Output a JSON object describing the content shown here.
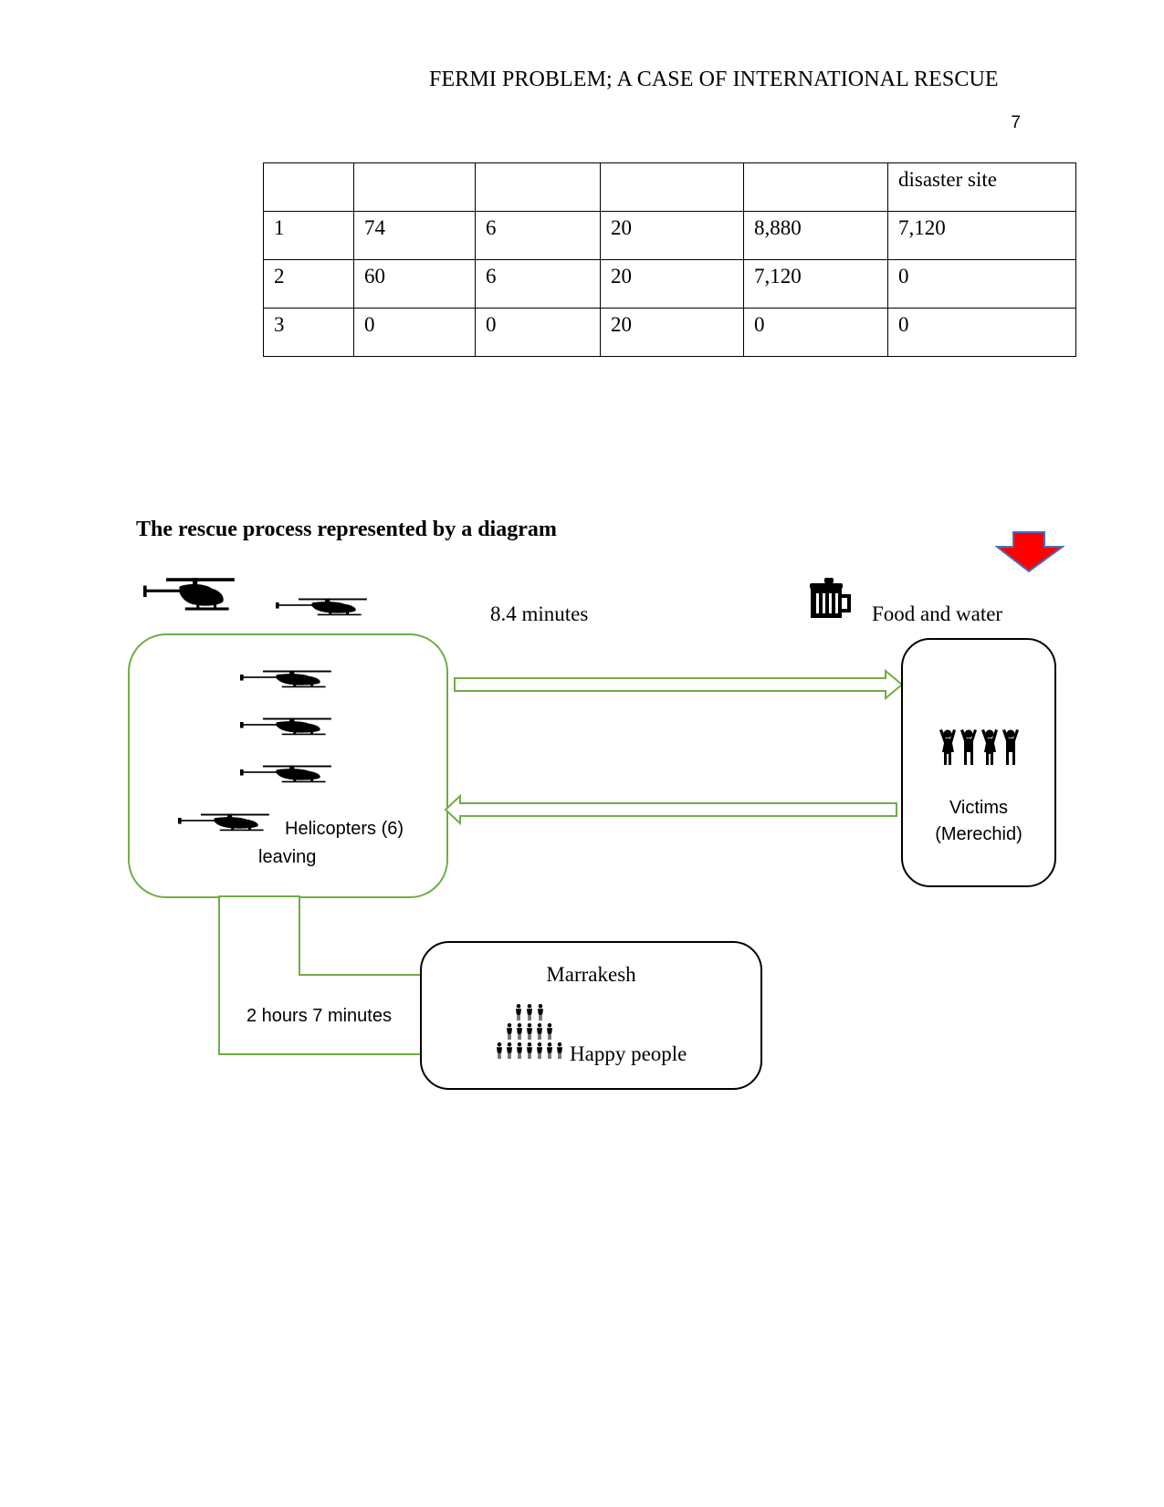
{
  "header": {
    "running_head": "FERMI PROBLEM; A CASE OF INTERNATIONAL RESCUE",
    "page_number": "7"
  },
  "table": {
    "rows": [
      [
        "",
        "",
        "",
        "",
        "",
        "disaster site"
      ],
      [
        "1",
        "74",
        "6",
        "20",
        "8,880",
        "7,120"
      ],
      [
        "2",
        "60",
        "6",
        "20",
        "7,120",
        "0"
      ],
      [
        "3",
        "0",
        "0",
        "20",
        "0",
        "0"
      ]
    ]
  },
  "diagram": {
    "heading": "The rescue process represented by a diagram",
    "travel_time_label": "8.4 minutes",
    "supplies_label": "Food and water",
    "helicopters_label": "Helicopters (6)",
    "leaving_label": "leaving",
    "victims_label": "Victims",
    "victims_location": "(Merechid)",
    "return_time_label": "2 hours 7 minutes",
    "destination_label": "Marrakesh",
    "outcome_label": "Happy people",
    "colors": {
      "flow_outline": "#70ad47",
      "box_outline": "#000000",
      "alert_arrow_fill": "#ff0000",
      "alert_arrow_stroke": "#4472c4"
    },
    "icons": [
      "helicopter-icon",
      "food-water-icon",
      "alert-down-arrow-icon",
      "people-group-icon",
      "crowd-icon"
    ]
  }
}
